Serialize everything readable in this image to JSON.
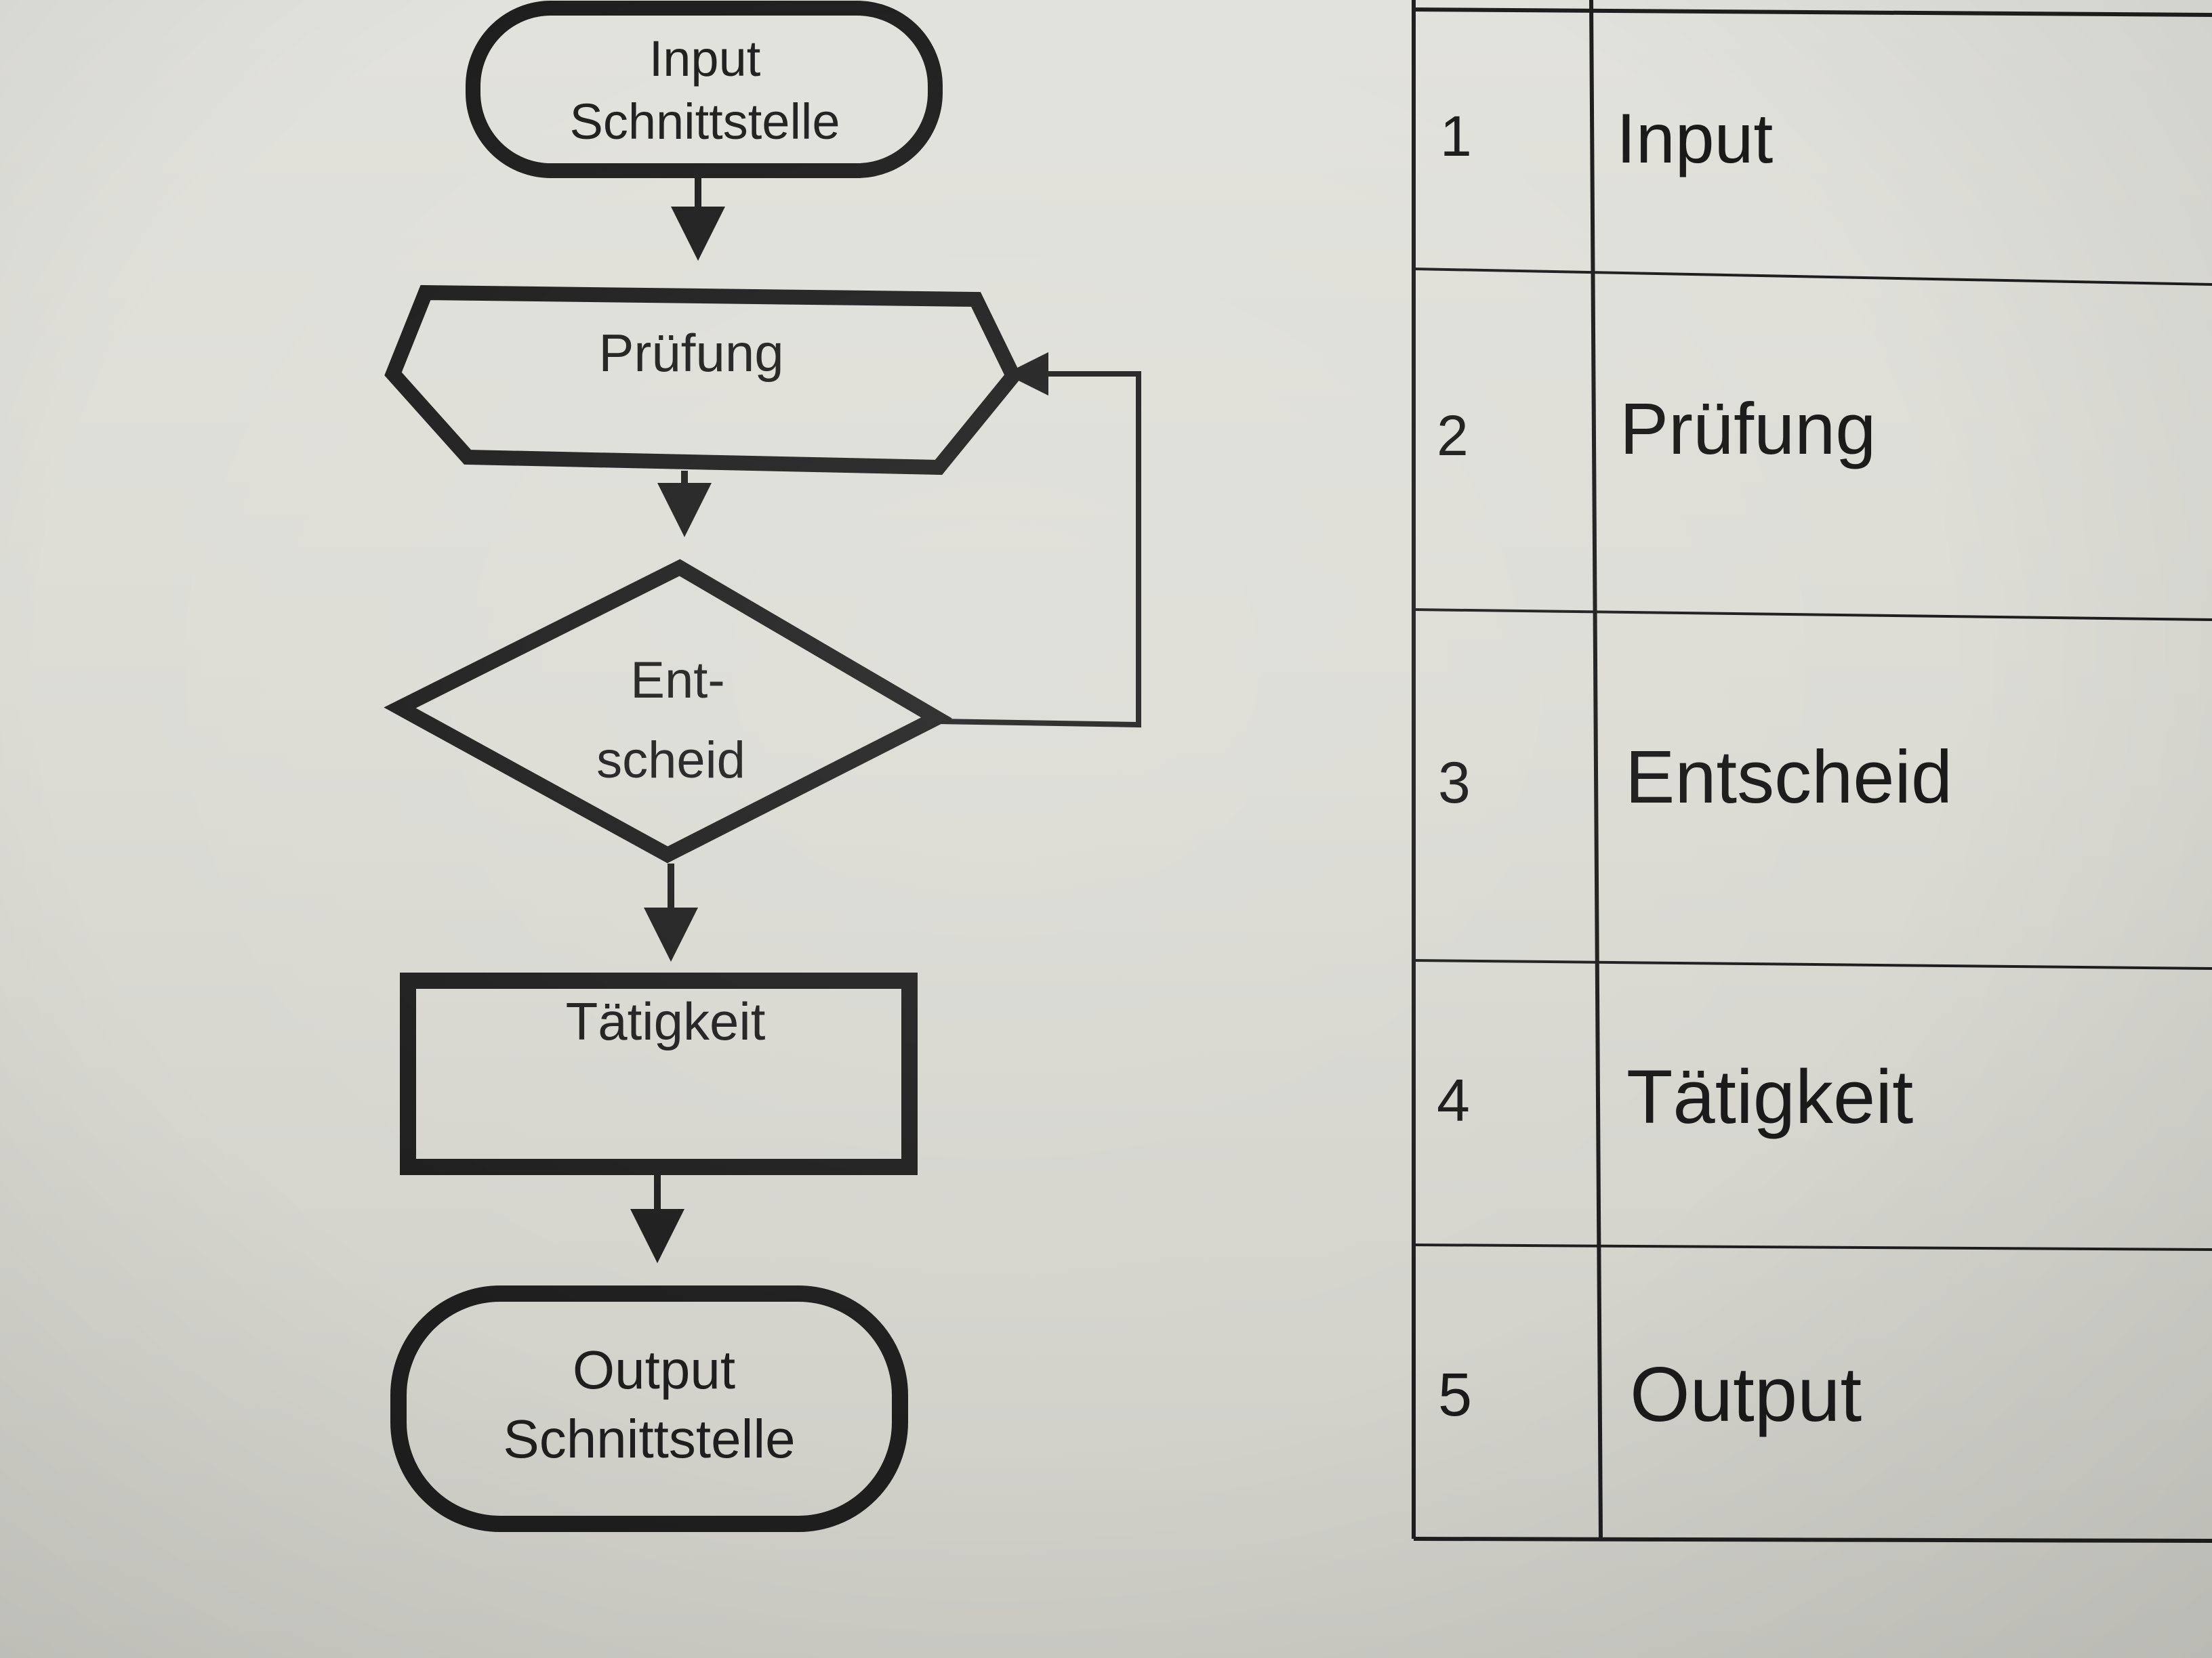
{
  "flowchart": {
    "start": {
      "line1": "Input",
      "line2": "Schnittstelle"
    },
    "check": {
      "label": "Prüfung"
    },
    "decision": {
      "line1": "Ent-",
      "line2": "scheid"
    },
    "activity": {
      "label": "Tätigkeit"
    },
    "end": {
      "line1": "Output",
      "line2": "Schnittstelle"
    }
  },
  "legend_table": {
    "rows": [
      {
        "number": "1",
        "name": "Input"
      },
      {
        "number": "2",
        "name": "Prüfung"
      },
      {
        "number": "3",
        "name": "Entscheid"
      },
      {
        "number": "4",
        "name": "Tätigkeit"
      },
      {
        "number": "5",
        "name": "Output"
      }
    ]
  },
  "colors": {
    "ink": "#1e1e1e",
    "paper": "#dcdcd5"
  }
}
